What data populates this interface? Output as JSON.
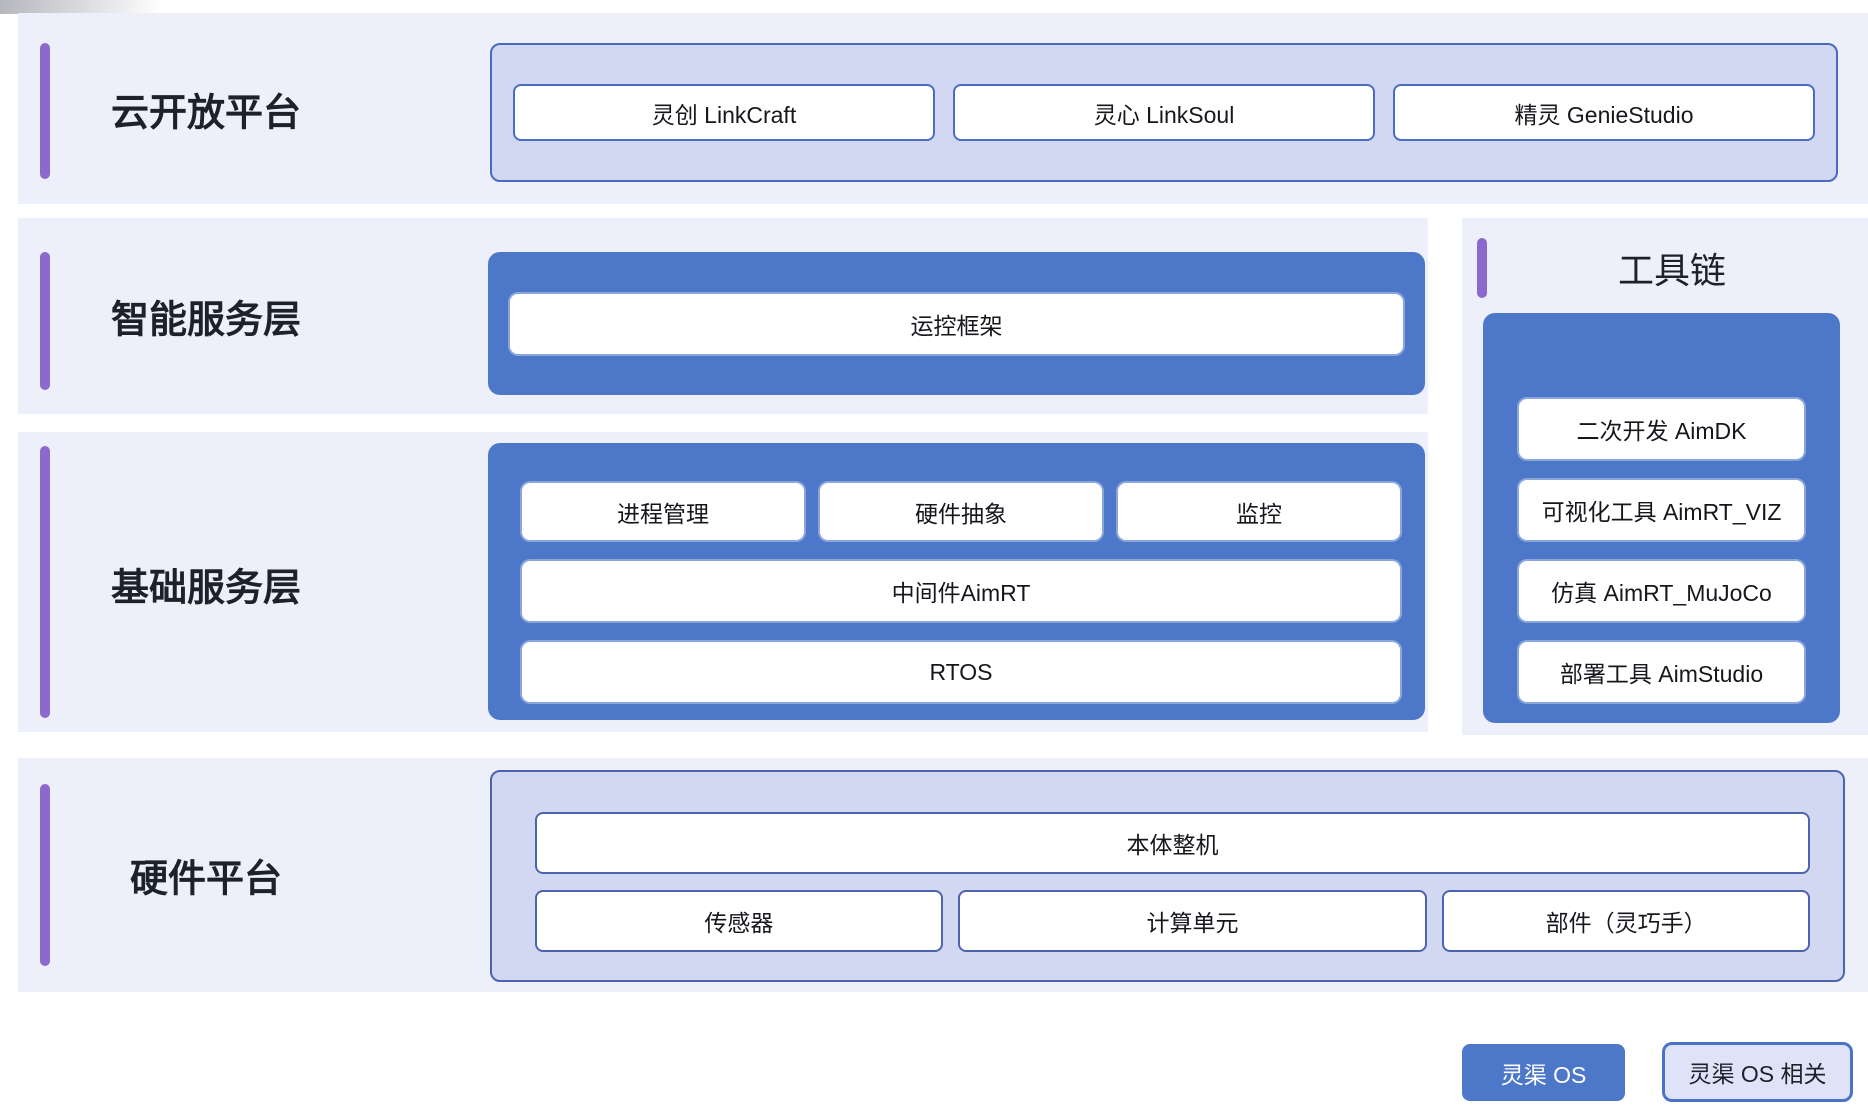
{
  "colors": {
    "row_background": "#edf0fa",
    "accent_purple": "#8d68cd",
    "primary_blue": "#4d77c8",
    "lavender_fill": "#d3d8f2",
    "lavender_border": "#4a6abd",
    "hardware_border": "#4d63ae",
    "chip_border_blue": "#4a6cc2",
    "legend_light_fill": "#dee3f8",
    "title_text": "#1d2129",
    "label_text": "#15171c"
  },
  "rows": {
    "cloud": {
      "title": "云开放平台",
      "items": [
        "灵创 LinkCraft",
        "灵心 LinkSoul",
        "精灵 GenieStudio"
      ]
    },
    "intelligent": {
      "title": "智能服务层",
      "items": [
        "运控框架"
      ]
    },
    "foundation": {
      "title": "基础服务层",
      "top_items": [
        "进程管理",
        "硬件抽象",
        "监控"
      ],
      "wide_items": [
        "中间件AimRT",
        "RTOS"
      ]
    },
    "hardware": {
      "title": "硬件平台",
      "full_item": "本体整机",
      "items": [
        "传感器",
        "计算单元",
        "部件（灵巧手）"
      ]
    }
  },
  "toolchain": {
    "title": "工具链",
    "items": [
      "二次开发 AimDK",
      "可视化工具 AimRT_VIZ",
      "仿真 AimRT_MuJoCo",
      "部署工具 AimStudio"
    ]
  },
  "legend": {
    "os": "灵渠 OS",
    "related": "灵渠 OS 相关"
  }
}
